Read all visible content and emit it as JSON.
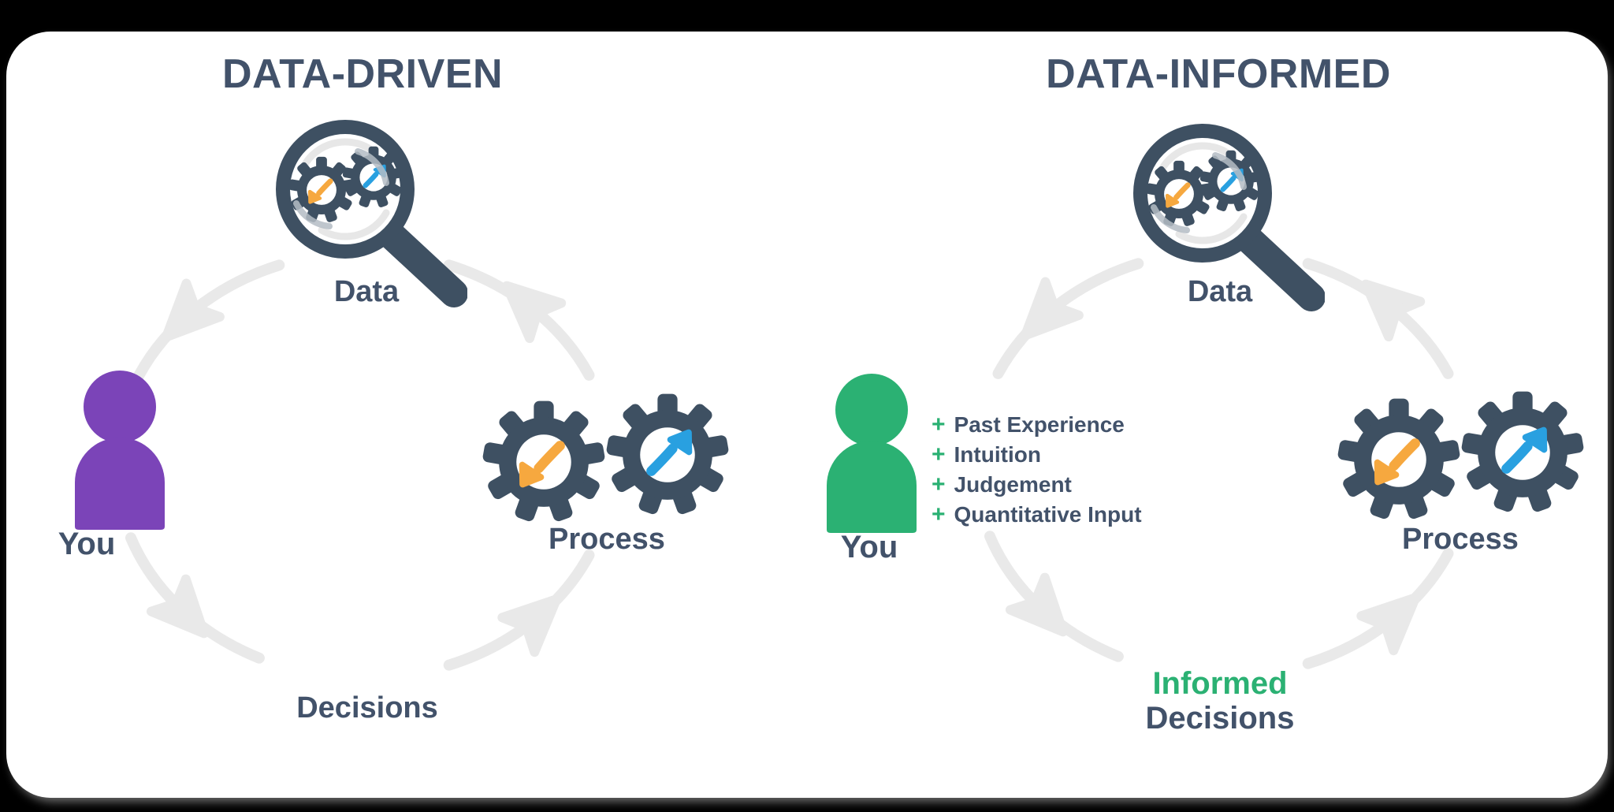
{
  "colors": {
    "page_bg": "#000000",
    "card_bg": "#ffffff",
    "slate_text": "#42526A",
    "slate_icon": "#3E5062",
    "purple": "#7B44B8",
    "green": "#2BB173",
    "orange": "#F6A83F",
    "blue": "#29A0E0",
    "arc_gray": "#E9E9E9",
    "lens_swoosh": "#E7E7E7",
    "gear_swoosh": "#B4BCC4"
  },
  "icons": {
    "data": "magnifier-gears-icon",
    "you": "person-icon",
    "process": "gears-icon",
    "cycle": "cycle-arrows-icon"
  },
  "left_panel": {
    "title": "DATA-DRIVEN",
    "labels": {
      "data": "Data",
      "you": "You",
      "process": "Process",
      "decisions": "Decisions"
    }
  },
  "right_panel": {
    "title": "DATA-INFORMED",
    "labels": {
      "data": "Data",
      "you": "You",
      "process": "Process"
    },
    "addition_prefix": "+",
    "additions": [
      "Past Experience",
      "Intuition",
      "Judgement",
      "Quantitative Input"
    ],
    "decisions": {
      "line1": "Informed",
      "line2": "Decisions"
    }
  }
}
